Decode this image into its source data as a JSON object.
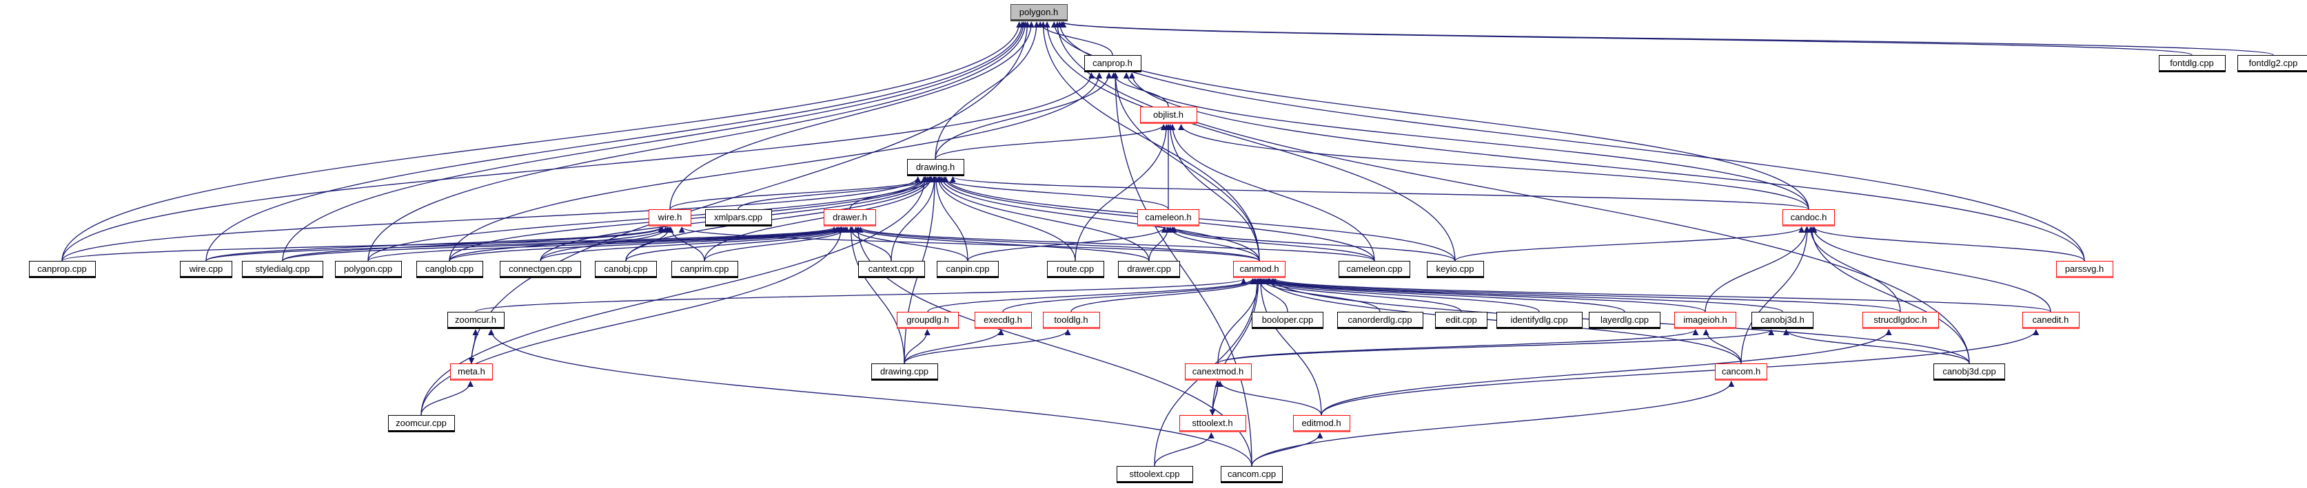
{
  "graph": {
    "edge_color": "#191970",
    "root_fill": "#bfbfbf",
    "incomplete_border": "#ff0000",
    "nodes": [
      {
        "id": "polygon_h",
        "label": "polygon.h",
        "style": "root"
      },
      {
        "id": "canprop_h",
        "label": "canprop.h",
        "style": "black"
      },
      {
        "id": "fontdlg_cpp",
        "label": "fontdlg.cpp",
        "style": "black"
      },
      {
        "id": "fontdlg2_cpp",
        "label": "fontdlg2.cpp",
        "style": "black"
      },
      {
        "id": "oblist_h",
        "label": "objlist.h",
        "style": "red"
      },
      {
        "id": "drawing_h",
        "label": "drawing.h",
        "style": "black"
      },
      {
        "id": "wire_h",
        "label": "wire.h",
        "style": "red"
      },
      {
        "id": "xmlpars_cpp",
        "label": "xmlpars.cpp",
        "style": "black"
      },
      {
        "id": "drawer_h",
        "label": "drawer.h",
        "style": "red"
      },
      {
        "id": "cameleon_h",
        "label": "cameleon.h",
        "style": "red"
      },
      {
        "id": "candoc_h",
        "label": "candoc.h",
        "style": "red"
      },
      {
        "id": "canprop_cpp",
        "label": "canprop.cpp",
        "style": "black"
      },
      {
        "id": "wire_cpp",
        "label": "wire.cpp",
        "style": "black"
      },
      {
        "id": "styledialg_cpp",
        "label": "styledialg.cpp",
        "style": "black"
      },
      {
        "id": "polygon_cpp",
        "label": "polygon.cpp",
        "style": "black"
      },
      {
        "id": "canglob_cpp",
        "label": "canglob.cpp",
        "style": "black"
      },
      {
        "id": "connectgen_cpp",
        "label": "connectgen.cpp",
        "style": "black"
      },
      {
        "id": "canobj_cpp",
        "label": "canobj.cpp",
        "style": "black"
      },
      {
        "id": "canprim_cpp",
        "label": "canprim.cpp",
        "style": "black"
      },
      {
        "id": "cantext_cpp",
        "label": "cantext.cpp",
        "style": "black"
      },
      {
        "id": "canpin_cpp",
        "label": "canpin.cpp",
        "style": "black"
      },
      {
        "id": "route_cpp",
        "label": "route.cpp",
        "style": "black"
      },
      {
        "id": "drawer_cpp",
        "label": "drawer.cpp",
        "style": "black"
      },
      {
        "id": "canmod_h",
        "label": "canmod.h",
        "style": "red"
      },
      {
        "id": "cameleon_cpp",
        "label": "cameleon.cpp",
        "style": "black"
      },
      {
        "id": "keyio_cpp",
        "label": "keyio.cpp",
        "style": "black"
      },
      {
        "id": "parssvg_h",
        "label": "parssvg.h",
        "style": "red"
      },
      {
        "id": "zoomcur_h",
        "label": "zoomcur.h",
        "style": "black"
      },
      {
        "id": "groupdlg_h",
        "label": "groupdlg.h",
        "style": "red"
      },
      {
        "id": "execdlg_h",
        "label": "execdlg.h",
        "style": "red"
      },
      {
        "id": "tooldlg_h",
        "label": "tooldlg.h",
        "style": "red"
      },
      {
        "id": "booloper_cpp",
        "label": "booloper.cpp",
        "style": "black"
      },
      {
        "id": "canorderdlg_cpp",
        "label": "canorderdlg.cpp",
        "style": "black"
      },
      {
        "id": "edit_cpp",
        "label": "edit.cpp",
        "style": "black"
      },
      {
        "id": "identifydlg_cpp",
        "label": "identifydlg.cpp",
        "style": "black"
      },
      {
        "id": "layerdlg_cpp",
        "label": "layerdlg.cpp",
        "style": "black"
      },
      {
        "id": "imageioh_h",
        "label": "imageioh.h",
        "style": "red"
      },
      {
        "id": "canobj3d_h",
        "label": "canobj3d.h",
        "style": "black"
      },
      {
        "id": "strucdlgdoc_h",
        "label": "strucdlgdoc.h",
        "style": "red"
      },
      {
        "id": "canedit_h",
        "label": "canedit.h",
        "style": "red"
      },
      {
        "id": "meta_h",
        "label": "meta.h",
        "style": "red"
      },
      {
        "id": "drawing_cpp",
        "label": "drawing.cpp",
        "style": "black"
      },
      {
        "id": "canextmod_h",
        "label": "canextmod.h",
        "style": "red"
      },
      {
        "id": "cancom_h",
        "label": "cancom.h",
        "style": "red"
      },
      {
        "id": "canobj3d_cpp",
        "label": "canobj3d.cpp",
        "style": "black"
      },
      {
        "id": "zoomcur_cpp",
        "label": "zoomcur.cpp",
        "style": "black"
      },
      {
        "id": "sttoolext_h",
        "label": "sttoolext.h",
        "style": "red"
      },
      {
        "id": "editmod_h",
        "label": "editmod.h",
        "style": "red"
      },
      {
        "id": "sttoolext_cpp",
        "label": "sttoolext.cpp",
        "style": "black"
      },
      {
        "id": "cancom_cpp",
        "label": "cancom.cpp",
        "style": "black"
      }
    ],
    "edges": [
      [
        "canprop_h",
        "polygon_h"
      ],
      [
        "drawing_h",
        "polygon_h"
      ],
      [
        "drawing_h",
        "canprop_h"
      ],
      [
        "drawing_h",
        "oblist_h"
      ],
      [
        "oblist_h",
        "canprop_h"
      ],
      [
        "cameleon_h",
        "oblist_h"
      ],
      [
        "cameleon_h",
        "drawing_h"
      ],
      [
        "canmod_h",
        "polygon_h"
      ],
      [
        "canmod_h",
        "canprop_h"
      ],
      [
        "canmod_h",
        "oblist_h"
      ],
      [
        "canmod_h",
        "drawing_h"
      ],
      [
        "canmod_h",
        "drawer_h"
      ],
      [
        "canmod_h",
        "cameleon_h"
      ],
      [
        "canmod_h",
        "wire_h"
      ],
      [
        "candoc_h",
        "polygon_h"
      ],
      [
        "candoc_h",
        "canprop_h"
      ],
      [
        "candoc_h",
        "oblist_h"
      ],
      [
        "candoc_h",
        "drawing_h"
      ],
      [
        "wire_h",
        "polygon_h"
      ],
      [
        "wire_h",
        "drawing_h"
      ],
      [
        "drawer_h",
        "drawing_h"
      ],
      [
        "xmlpars_cpp",
        "drawing_h"
      ],
      [
        "fontdlg_cpp",
        "polygon_h"
      ],
      [
        "fontdlg2_cpp",
        "polygon_h"
      ],
      [
        "canprop_cpp",
        "polygon_h"
      ],
      [
        "canprop_cpp",
        "canprop_h"
      ],
      [
        "canprop_cpp",
        "drawing_h"
      ],
      [
        "canprop_cpp",
        "drawer_h"
      ],
      [
        "wire_cpp",
        "polygon_h"
      ],
      [
        "wire_cpp",
        "wire_h"
      ],
      [
        "wire_cpp",
        "drawer_h"
      ],
      [
        "styledialg_cpp",
        "polygon_h"
      ],
      [
        "styledialg_cpp",
        "drawer_h"
      ],
      [
        "styledialg_cpp",
        "wire_h"
      ],
      [
        "polygon_cpp",
        "polygon_h"
      ],
      [
        "polygon_cpp",
        "drawing_h"
      ],
      [
        "polygon_cpp",
        "drawer_h"
      ],
      [
        "canglob_cpp",
        "canprop_h"
      ],
      [
        "canglob_cpp",
        "drawing_h"
      ],
      [
        "canglob_cpp",
        "wire_h"
      ],
      [
        "canglob_cpp",
        "drawer_h"
      ],
      [
        "connectgen_cpp",
        "drawing_h"
      ],
      [
        "connectgen_cpp",
        "wire_h"
      ],
      [
        "connectgen_cpp",
        "drawer_h"
      ],
      [
        "canobj_cpp",
        "drawing_h"
      ],
      [
        "canobj_cpp",
        "wire_h"
      ],
      [
        "canobj_cpp",
        "drawer_h"
      ],
      [
        "canprim_cpp",
        "drawing_h"
      ],
      [
        "canprim_cpp",
        "wire_h"
      ],
      [
        "canprim_cpp",
        "drawer_h"
      ],
      [
        "cantext_cpp",
        "drawing_h"
      ],
      [
        "cantext_cpp",
        "drawer_h"
      ],
      [
        "canpin_cpp",
        "drawing_h"
      ],
      [
        "canpin_cpp",
        "drawer_h"
      ],
      [
        "canpin_cpp",
        "cameleon_h"
      ],
      [
        "route_cpp",
        "drawing_h"
      ],
      [
        "route_cpp",
        "oblist_h"
      ],
      [
        "drawer_cpp",
        "drawing_h"
      ],
      [
        "drawer_cpp",
        "drawer_h"
      ],
      [
        "drawer_cpp",
        "cameleon_h"
      ],
      [
        "cameleon_cpp",
        "drawing_h"
      ],
      [
        "cameleon_cpp",
        "cameleon_h"
      ],
      [
        "cameleon_cpp",
        "oblist_h"
      ],
      [
        "cameleon_cpp",
        "drawer_h"
      ],
      [
        "keyio_cpp",
        "polygon_h"
      ],
      [
        "keyio_cpp",
        "drawing_h"
      ],
      [
        "keyio_cpp",
        "cameleon_h"
      ],
      [
        "keyio_cpp",
        "candoc_h"
      ],
      [
        "parssvg_h",
        "polygon_h"
      ],
      [
        "parssvg_h",
        "canprop_h"
      ],
      [
        "parssvg_h",
        "candoc_h"
      ],
      [
        "zoomcur_h",
        "canmod_h"
      ],
      [
        "groupdlg_h",
        "canmod_h"
      ],
      [
        "execdlg_h",
        "canmod_h"
      ],
      [
        "tooldlg_h",
        "canmod_h"
      ],
      [
        "booloper_cpp",
        "canmod_h"
      ],
      [
        "canorderdlg_cpp",
        "canmod_h"
      ],
      [
        "edit_cpp",
        "canmod_h"
      ],
      [
        "identifydlg_cpp",
        "canmod_h"
      ],
      [
        "layerdlg_cpp",
        "canmod_h"
      ],
      [
        "imageioh_h",
        "canmod_h"
      ],
      [
        "imageioh_h",
        "candoc_h"
      ],
      [
        "canobj3d_h",
        "canmod_h"
      ],
      [
        "strucdlgdoc_h",
        "canmod_h"
      ],
      [
        "strucdlgdoc_h",
        "candoc_h"
      ],
      [
        "canedit_h",
        "canmod_h"
      ],
      [
        "canedit_h",
        "candoc_h"
      ],
      [
        "meta_h",
        "polygon_h"
      ],
      [
        "meta_h",
        "zoomcur_h"
      ],
      [
        "zoomcur_h",
        "meta_h"
      ],
      [
        "zoomcur_cpp",
        "meta_h"
      ],
      [
        "zoomcur_cpp",
        "drawing_h"
      ],
      [
        "zoomcur_cpp",
        "drawer_h"
      ],
      [
        "drawing_cpp",
        "groupdlg_h"
      ],
      [
        "drawing_cpp",
        "execdlg_h"
      ],
      [
        "drawing_cpp",
        "tooldlg_h"
      ],
      [
        "drawing_cpp",
        "drawer_h"
      ],
      [
        "drawing_cpp",
        "drawing_h"
      ],
      [
        "canextmod_h",
        "canmod_h"
      ],
      [
        "canextmod_h",
        "imageioh_h"
      ],
      [
        "canextmod_h",
        "canobj3d_h"
      ],
      [
        "canextmod_h",
        "sttoolext_h"
      ],
      [
        "cancom_h",
        "imageioh_h"
      ],
      [
        "cancom_h",
        "canmod_h"
      ],
      [
        "cancom_h",
        "candoc_h"
      ],
      [
        "canobj3d_cpp",
        "canobj3d_h"
      ],
      [
        "canobj3d_cpp",
        "canmod_h"
      ],
      [
        "canobj3d_cpp",
        "candoc_h"
      ],
      [
        "canobj3d_cpp",
        "polygon_h"
      ],
      [
        "sttoolext_h",
        "canextmod_h"
      ],
      [
        "sttoolext_h",
        "canmod_h"
      ],
      [
        "editmod_h",
        "canextmod_h"
      ],
      [
        "editmod_h",
        "canmod_h"
      ],
      [
        "editmod_h",
        "strucdlgdoc_h"
      ],
      [
        "editmod_h",
        "canedit_h"
      ],
      [
        "sttoolext_cpp",
        "sttoolext_h"
      ],
      [
        "sttoolext_cpp",
        "canmod_h"
      ],
      [
        "cancom_cpp",
        "editmod_h"
      ],
      [
        "cancom_cpp",
        "cancom_h"
      ],
      [
        "cancom_cpp",
        "drawer_h"
      ],
      [
        "cancom_cpp",
        "canprop_h"
      ],
      [
        "cancom_cpp",
        "zoomcur_h"
      ]
    ]
  }
}
